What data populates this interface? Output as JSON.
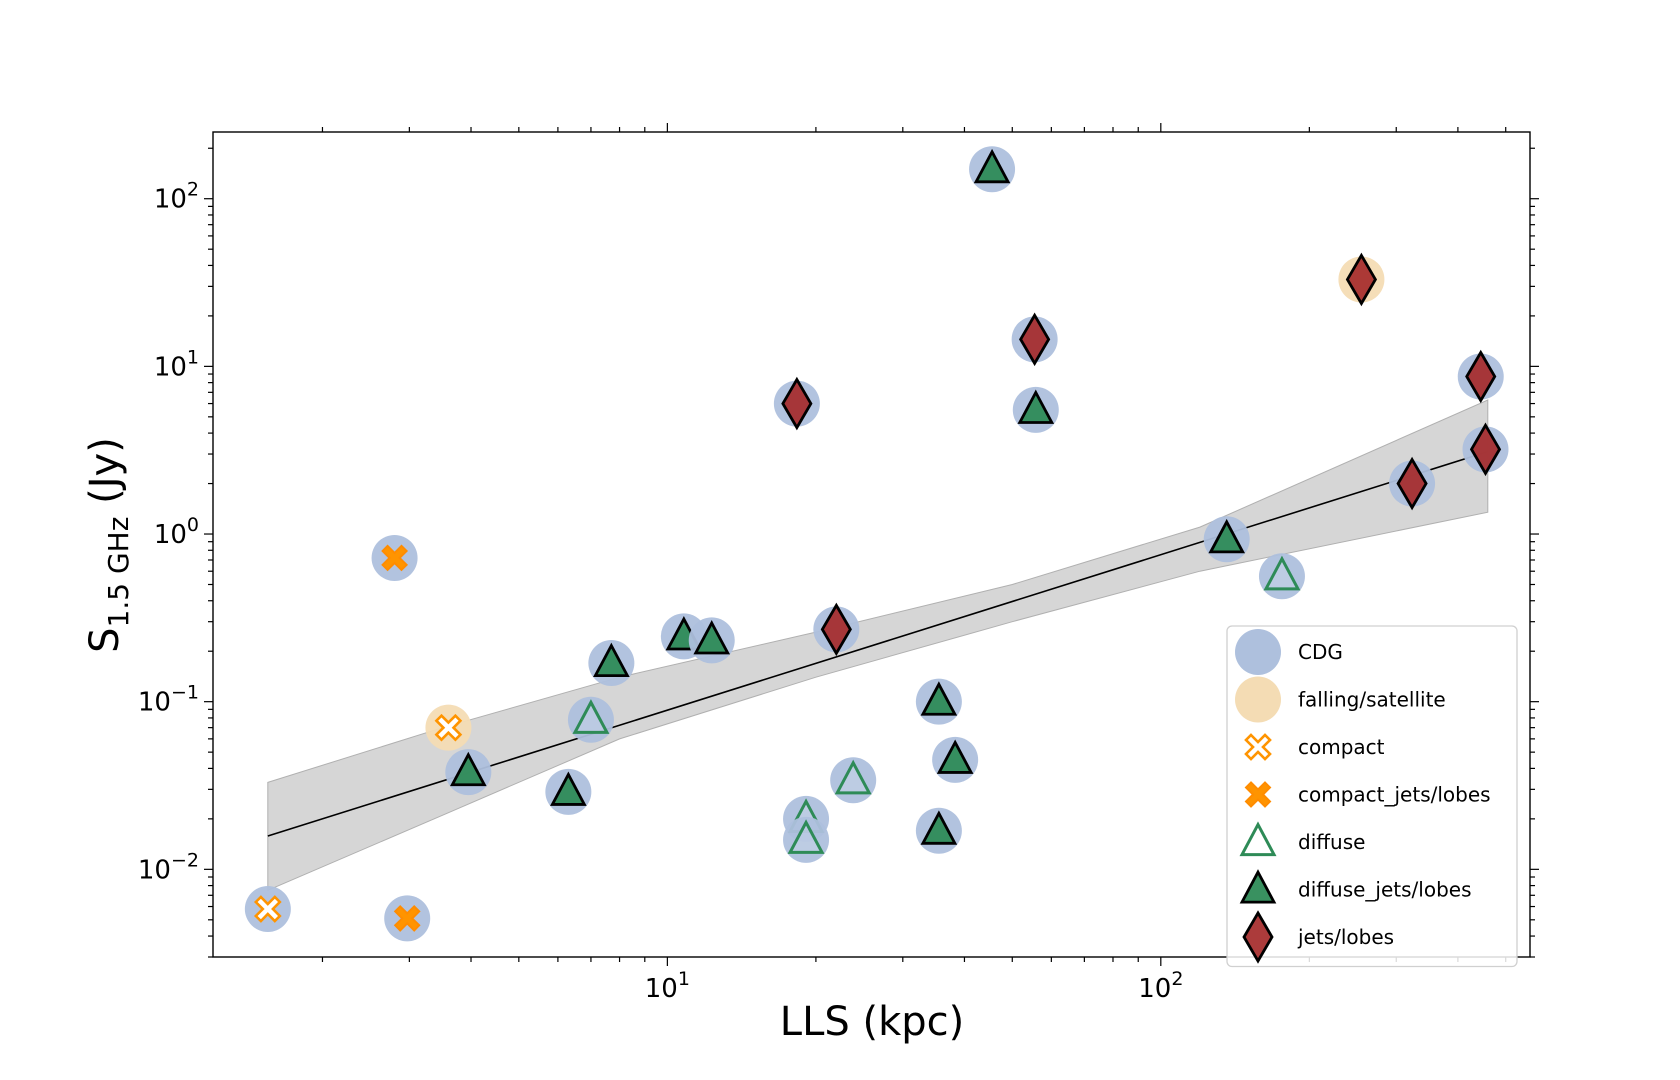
{
  "chart_data": {
    "type": "scatter",
    "xlabel": "LLS (kpc)",
    "ylabel_main": "S",
    "ylabel_sub": "1.5 GHz",
    "ylabel_unit": " (Jy)",
    "x_scale": "log",
    "y_scale": "log",
    "xlim": [
      1.2,
      560
    ],
    "ylim": [
      0.003,
      250
    ],
    "grid": false,
    "legend_position": "lower-right",
    "x_ticks": [
      {
        "base": "10",
        "exp": "1",
        "value": 10
      },
      {
        "base": "10",
        "exp": "2",
        "value": 100
      }
    ],
    "y_ticks": [
      {
        "base": "10",
        "exp": "−2",
        "value": 0.01
      },
      {
        "base": "10",
        "exp": "−1",
        "value": 0.1
      },
      {
        "base": "10",
        "exp": "0",
        "value": 1
      },
      {
        "base": "10",
        "exp": "1",
        "value": 10
      },
      {
        "base": "10",
        "exp": "2",
        "value": 100
      }
    ],
    "colors": {
      "CDG": "#aec0dd",
      "falling": "#f4dcb4",
      "orange": "#ff9400",
      "orange_edge": "#ff8c00",
      "diffuse_edge": "#2e8b57",
      "diffuse_fill": "#2e8b57",
      "jets_fill": "#a52a2a",
      "band": "#c8c8c8",
      "fit_line": "#000000"
    },
    "legend": [
      {
        "label": "CDG",
        "marker": "cdg"
      },
      {
        "label": "falling/satellite",
        "marker": "falling"
      },
      {
        "label": "compact",
        "marker": "compact"
      },
      {
        "label": "compact_jets/lobes",
        "marker": "compact_jets"
      },
      {
        "label": "diffuse",
        "marker": "diffuse"
      },
      {
        "label": "diffuse_jets/lobes",
        "marker": "diffuse_jets"
      },
      {
        "label": "jets/lobes",
        "marker": "jets"
      }
    ],
    "fit": {
      "x": [
        1.55,
        460
      ],
      "y": [
        0.0158,
        3.1
      ]
    },
    "band": {
      "x": [
        1.55,
        3.5,
        8,
        20,
        50,
        120,
        460
      ],
      "upper": [
        0.033,
        0.07,
        0.14,
        0.26,
        0.5,
        1.1,
        6.3
      ],
      "lower": [
        0.0075,
        0.021,
        0.06,
        0.14,
        0.3,
        0.6,
        1.35
      ]
    },
    "points": [
      {
        "x": 1.55,
        "y": 0.0058,
        "bg": "CDG",
        "marker": "compact"
      },
      {
        "x": 2.8,
        "y": 0.72,
        "bg": "CDG",
        "marker": "compact_jets"
      },
      {
        "x": 2.97,
        "y": 0.0051,
        "bg": "CDG",
        "marker": "compact_jets"
      },
      {
        "x": 3.6,
        "y": 0.07,
        "bg": "falling",
        "marker": "compact"
      },
      {
        "x": 3.95,
        "y": 0.038,
        "bg": "CDG",
        "marker": "diffuse_jets"
      },
      {
        "x": 6.3,
        "y": 0.029,
        "bg": "CDG",
        "marker": "diffuse_jets"
      },
      {
        "x": 7.0,
        "y": 0.078,
        "bg": "CDG",
        "marker": "diffuse"
      },
      {
        "x": 7.7,
        "y": 0.17,
        "bg": "CDG",
        "marker": "diffuse_jets"
      },
      {
        "x": 10.8,
        "y": 0.245,
        "bg": "CDG",
        "marker": "diffuse_jets"
      },
      {
        "x": 12.3,
        "y": 0.232,
        "bg": "CDG",
        "marker": "diffuse_jets"
      },
      {
        "x": 18.3,
        "y": 6.0,
        "bg": "CDG",
        "marker": "jets"
      },
      {
        "x": 19.1,
        "y": 0.02,
        "bg": "CDG",
        "marker": "diffuse"
      },
      {
        "x": 19.1,
        "y": 0.015,
        "bg": "CDG",
        "marker": "diffuse"
      },
      {
        "x": 22.0,
        "y": 0.27,
        "bg": "CDG",
        "marker": "jets"
      },
      {
        "x": 23.8,
        "y": 0.034,
        "bg": "CDG",
        "marker": "diffuse"
      },
      {
        "x": 35.5,
        "y": 0.1,
        "bg": "CDG",
        "marker": "diffuse_jets"
      },
      {
        "x": 35.5,
        "y": 0.017,
        "bg": "CDG",
        "marker": "diffuse_jets"
      },
      {
        "x": 38.3,
        "y": 0.045,
        "bg": "CDG",
        "marker": "diffuse_jets"
      },
      {
        "x": 45.5,
        "y": 150,
        "bg": "CDG",
        "marker": "diffuse_jets"
      },
      {
        "x": 55.5,
        "y": 14.5,
        "bg": "CDG",
        "marker": "jets"
      },
      {
        "x": 55.8,
        "y": 5.5,
        "bg": "CDG",
        "marker": "diffuse_jets"
      },
      {
        "x": 136,
        "y": 0.93,
        "bg": "CDG",
        "marker": "diffuse_jets"
      },
      {
        "x": 176,
        "y": 0.56,
        "bg": "CDG",
        "marker": "diffuse"
      },
      {
        "x": 255,
        "y": 33,
        "bg": "falling",
        "marker": "jets"
      },
      {
        "x": 323,
        "y": 2.0,
        "bg": "CDG",
        "marker": "jets"
      },
      {
        "x": 445,
        "y": 8.7,
        "bg": "CDG",
        "marker": "jets"
      },
      {
        "x": 455,
        "y": 3.2,
        "bg": "CDG",
        "marker": "jets"
      }
    ]
  }
}
